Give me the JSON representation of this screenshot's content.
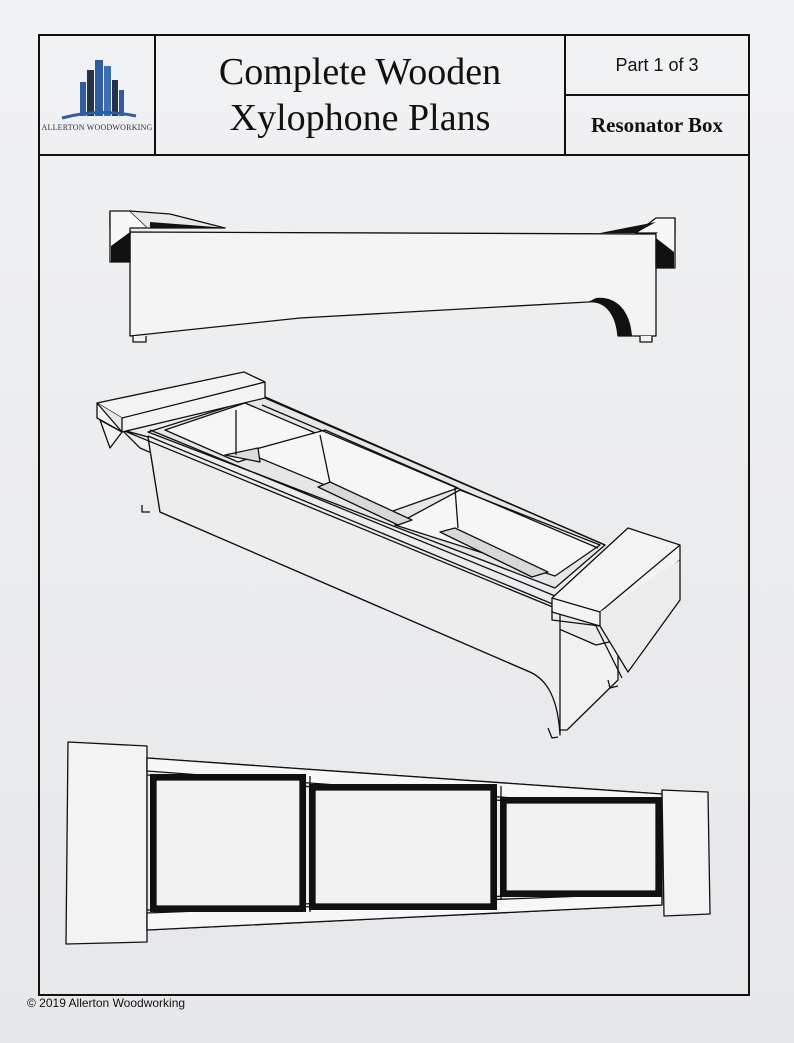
{
  "header": {
    "logo_label": "ALLERTON WOODWORKING",
    "title_line1": "Complete Wooden",
    "title_line2": "Xylophone Plans",
    "part": "Part 1 of 3",
    "section": "Resonator Box"
  },
  "footer": {
    "copyright": "© 2019 Allerton Woodworking"
  },
  "drawings": {
    "views": [
      "side-elevation",
      "isometric",
      "top-plan"
    ]
  },
  "colors": {
    "line": "#111111",
    "logo_blue": "#2f5d9e",
    "logo_dark": "#26324a"
  }
}
